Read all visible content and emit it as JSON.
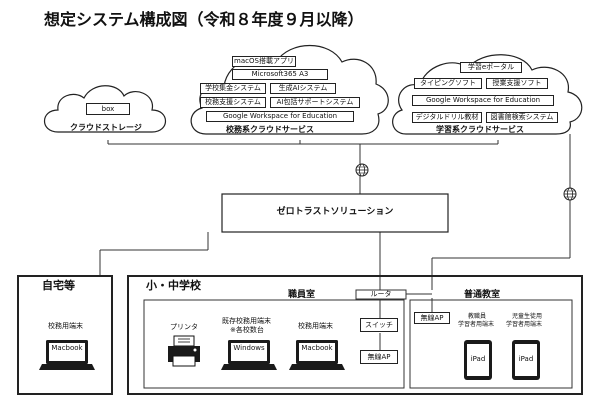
{
  "title": "想定システム構成図（令和８年度９月以降）",
  "clouds": {
    "storage": {
      "label": "クラウドストレージ",
      "items": [
        "box"
      ]
    },
    "school_affairs": {
      "label": "校務系クラウドサービス",
      "items": [
        "macOS搭載アプリ",
        "Microsoft365 A3",
        "学校集金システム",
        "生成AIシステム",
        "校務支援システム",
        "AI包括サポートシステム",
        "Google Workspace for Education"
      ]
    },
    "learning": {
      "label": "学習系クラウドサービス",
      "items": [
        "学習eポータル",
        "タイピングソフト",
        "授業支援ソフト",
        "Google Workspace for Education",
        "デジタルドリル教材",
        "図書館検索システム"
      ]
    }
  },
  "zero_trust": "ゼロトラストソリューション",
  "home": {
    "title": "自宅等",
    "device_label": "校務用端末",
    "device": "Macbook"
  },
  "school": {
    "title": "小・中学校",
    "router": "ルータ",
    "staff_room": {
      "title": "職員室",
      "printer_label": "プリンタ",
      "existing_label_line1": "既存校務用端末",
      "existing_label_line2": "※各校数台",
      "existing_device": "Windows",
      "mac_label": "校務用端末",
      "mac_device": "Macbook",
      "switch": "スイッチ",
      "wireless": "無線AP"
    },
    "classroom": {
      "title": "普通教室",
      "wireless": "無線AP",
      "teacher_label_line1": "教職員",
      "teacher_label_line2": "学習者用端末",
      "student_label_line1": "児童生徒用",
      "student_label_line2": "学習者用端末",
      "device1": "iPad",
      "device2": "iPad"
    }
  }
}
